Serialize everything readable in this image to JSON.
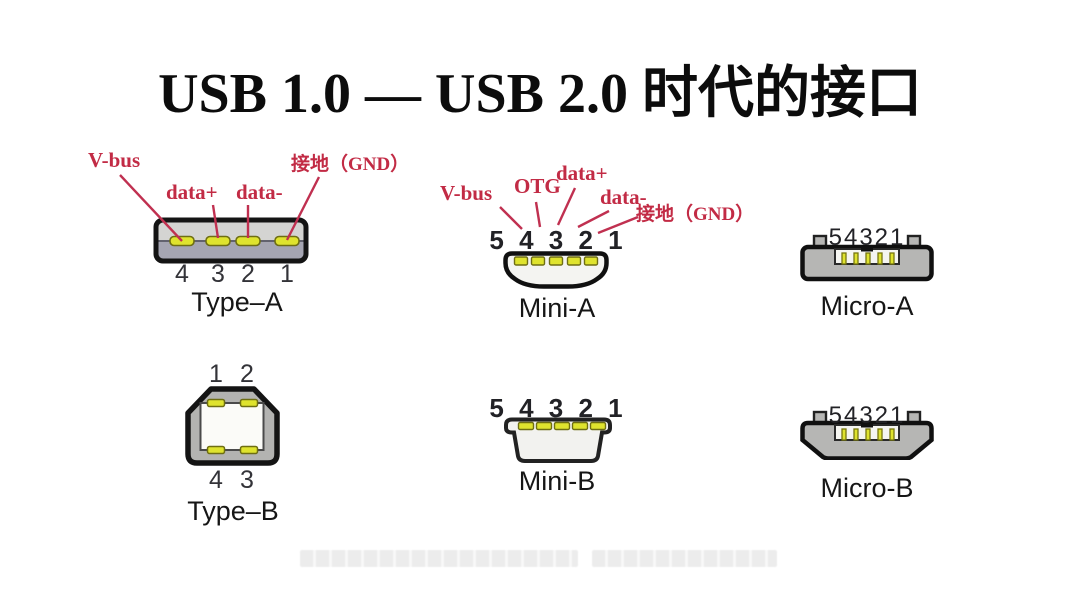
{
  "title": "USB 1.0 — USB 2.0 时代的接口",
  "palette": {
    "annotation_red": "#c22b45",
    "pin_yellow": "#dfe32e",
    "pin_outline_olive": "#6e6e12",
    "plug_top_gray": "#d4d4d2",
    "plug_bottom_gray": "#a5a5b2",
    "shell_gray": "#b6b6b4",
    "outline_black": "#141414"
  },
  "groups": {
    "type_a": {
      "label": "Type–A",
      "pins": [
        "4",
        "3",
        "2",
        "1"
      ],
      "annotations": {
        "vbus": "V-bus",
        "data_plus": "data+",
        "data_minus": "data-",
        "gnd": "接地（GND）"
      }
    },
    "mini_a": {
      "label": "Mini-A",
      "pins": "5 4 3 2 1",
      "annotations": {
        "vbus": "V-bus",
        "otg": "OTG",
        "data_plus": "data+",
        "data_minus": "data-",
        "gnd": "接地（GND）"
      }
    },
    "micro_a": {
      "label": "Micro-A",
      "pins": "54321"
    },
    "type_b": {
      "label": "Type–B",
      "pins_top": [
        "1",
        "2"
      ],
      "pins_bottom": [
        "4",
        "3"
      ]
    },
    "mini_b": {
      "label": "Mini-B",
      "pins": "5 4 3 2 1"
    },
    "micro_b": {
      "label": "Micro-B",
      "pins": "54321"
    }
  }
}
